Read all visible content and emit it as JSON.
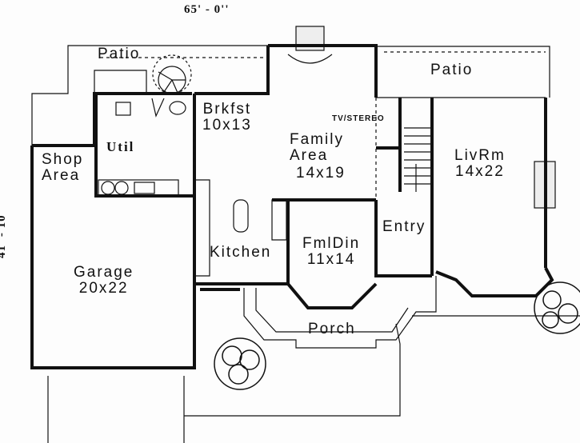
{
  "dimensions": {
    "width": "65' - 0''",
    "depth": "41' - 10''"
  },
  "rooms": [
    {
      "name": "Patio",
      "size": ""
    },
    {
      "name": "Patio",
      "size": ""
    },
    {
      "name": "Brkfst",
      "size": "10x13"
    },
    {
      "name": "Util",
      "size": ""
    },
    {
      "name": "Shop",
      "size": "Area"
    },
    {
      "name": "Family",
      "size": "Area"
    },
    {
      "name": "LivRm",
      "size": "14x22"
    },
    {
      "name": "Kitchen",
      "size": ""
    },
    {
      "name": "FmlDin",
      "size": "11x14"
    },
    {
      "name": "Entry",
      "size": ""
    },
    {
      "name": "Garage",
      "size": "20x22"
    },
    {
      "name": "Porch",
      "size": ""
    }
  ],
  "family_size": "14x19",
  "tv_stereo": "TV/STEREO"
}
